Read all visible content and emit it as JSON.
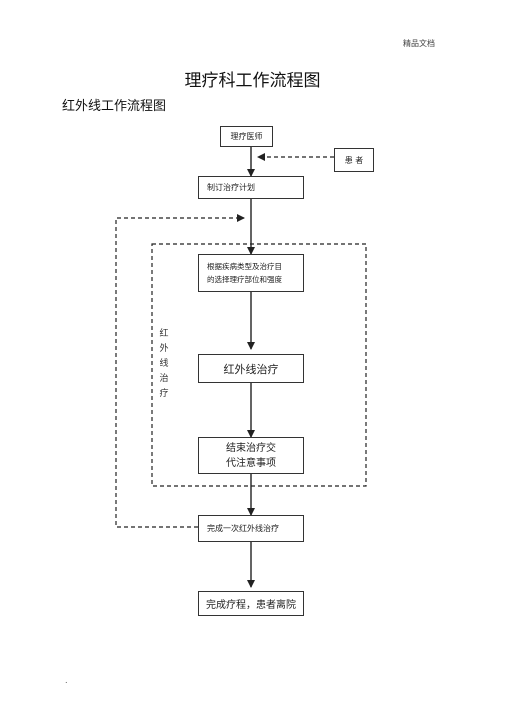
{
  "header": {
    "text": "精品文档"
  },
  "title": "理疗科工作流程图",
  "subtitle": "红外线工作流程图",
  "nodes": {
    "doctor": "理疗医师",
    "patient": "患 者",
    "plan": "制订治疗计划",
    "select_line1": "根据疾病类型及治疗目",
    "select_line2": "的选择理疗部位和强度",
    "ir_treatment": "红外线治疗",
    "end_line1": "结束治疗交",
    "end_line2": "代注意事项",
    "complete_once": "完成一次红外线治疗",
    "discharge": "完成疗程，患者离院"
  },
  "side_label": [
    "红",
    "外",
    "线",
    "治",
    "疗"
  ],
  "footer_mark": "."
}
